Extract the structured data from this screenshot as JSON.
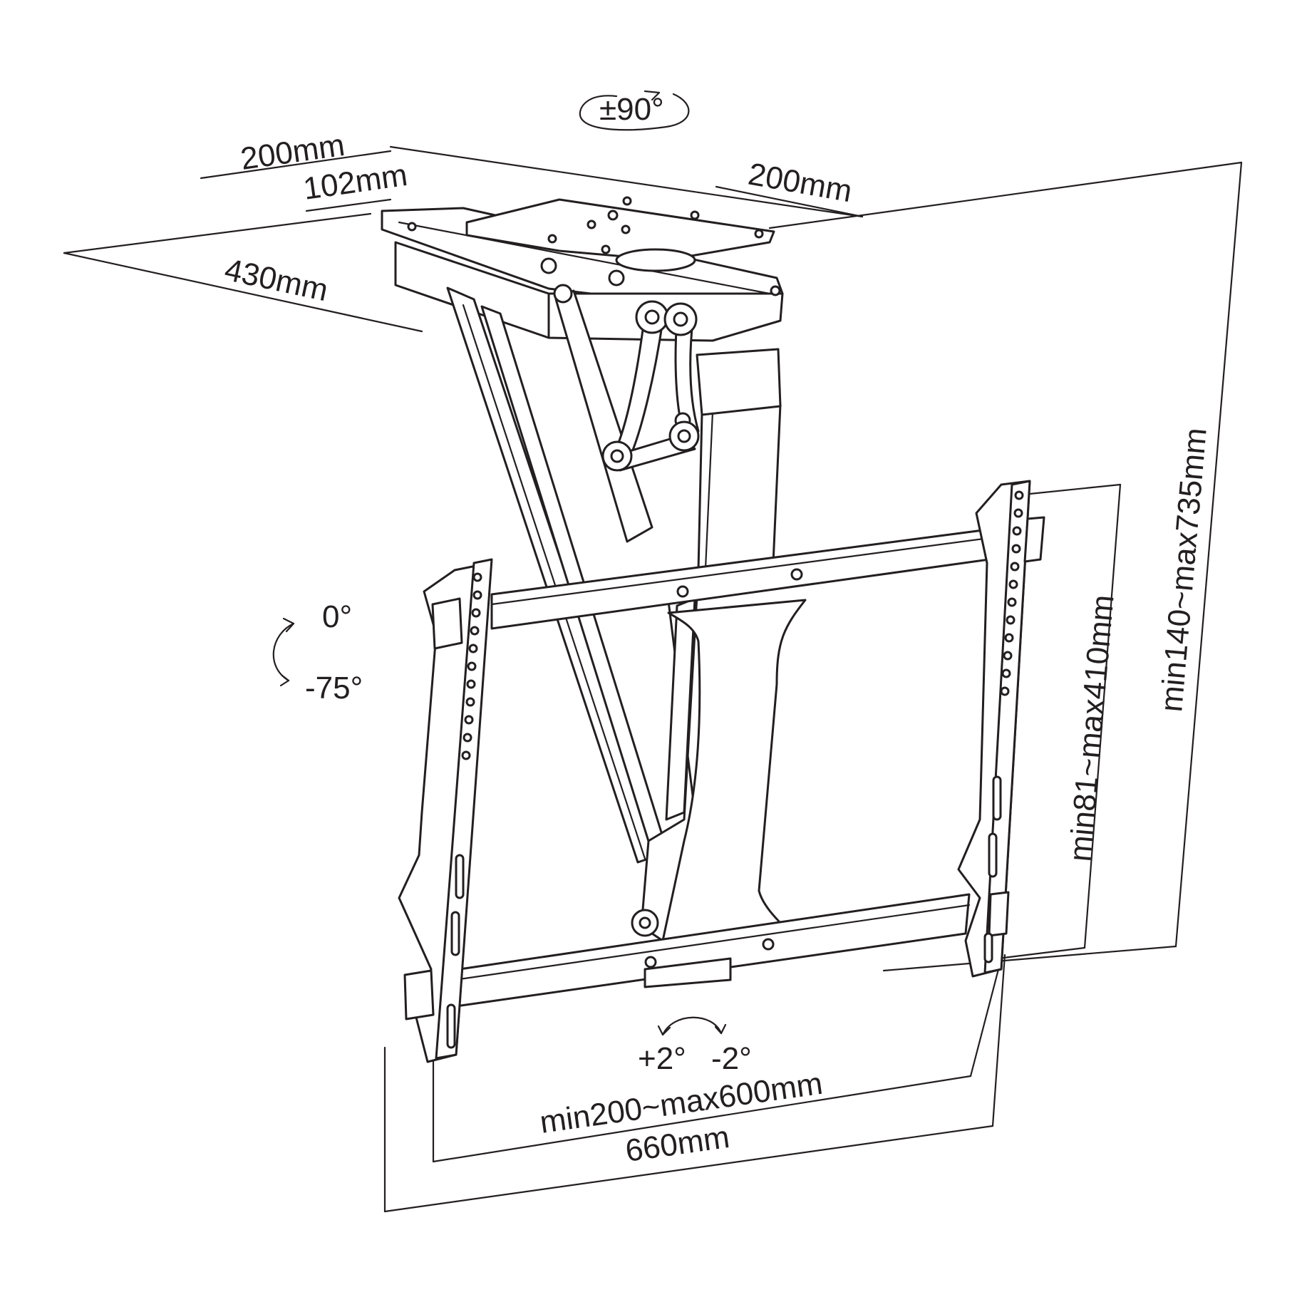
{
  "labels": {
    "swivel": "±90°",
    "plate_length": "200mm",
    "plate_offset": "102mm",
    "plate_width": "200mm",
    "depth": "430mm",
    "height_range": "min140~max735mm",
    "tilt_top": "0°",
    "tilt_bottom": "-75°",
    "vesa_height": "min81~max410mm",
    "roll_left": "+2°",
    "roll_right": "-2°",
    "vesa_width": "min200~max600mm",
    "total_width": "660mm"
  },
  "colors": {
    "line": "#231f20",
    "background": "#ffffff"
  }
}
